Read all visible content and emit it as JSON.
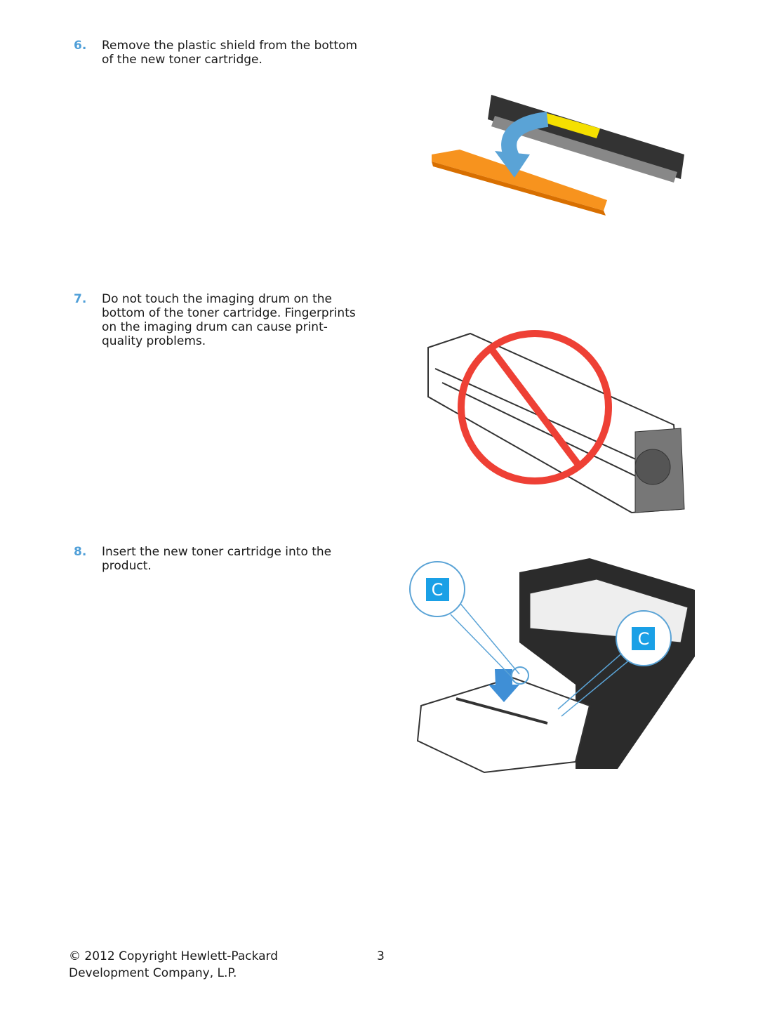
{
  "steps": [
    {
      "number": "6.",
      "text": "Remove the plastic shield from the bottom of the new toner cartridge."
    },
    {
      "number": "7.",
      "text": "Do not touch the imaging drum on the bottom of the toner cartridge. Fingerprints on the imaging drum can cause print-quality problems."
    },
    {
      "number": "8.",
      "text": "Insert the new toner cartridge into the product."
    }
  ],
  "callout_letter": "C",
  "footer": {
    "copyright": "© 2012 Copyright Hewlett-Packard Development Company, L.P.",
    "page_number": "3"
  },
  "colors": {
    "accent": "#4f9fd8",
    "prohibit": "#ee4035",
    "shield": "#f7931e",
    "toner": "#f5e000",
    "callout": "#1aa0e6"
  }
}
